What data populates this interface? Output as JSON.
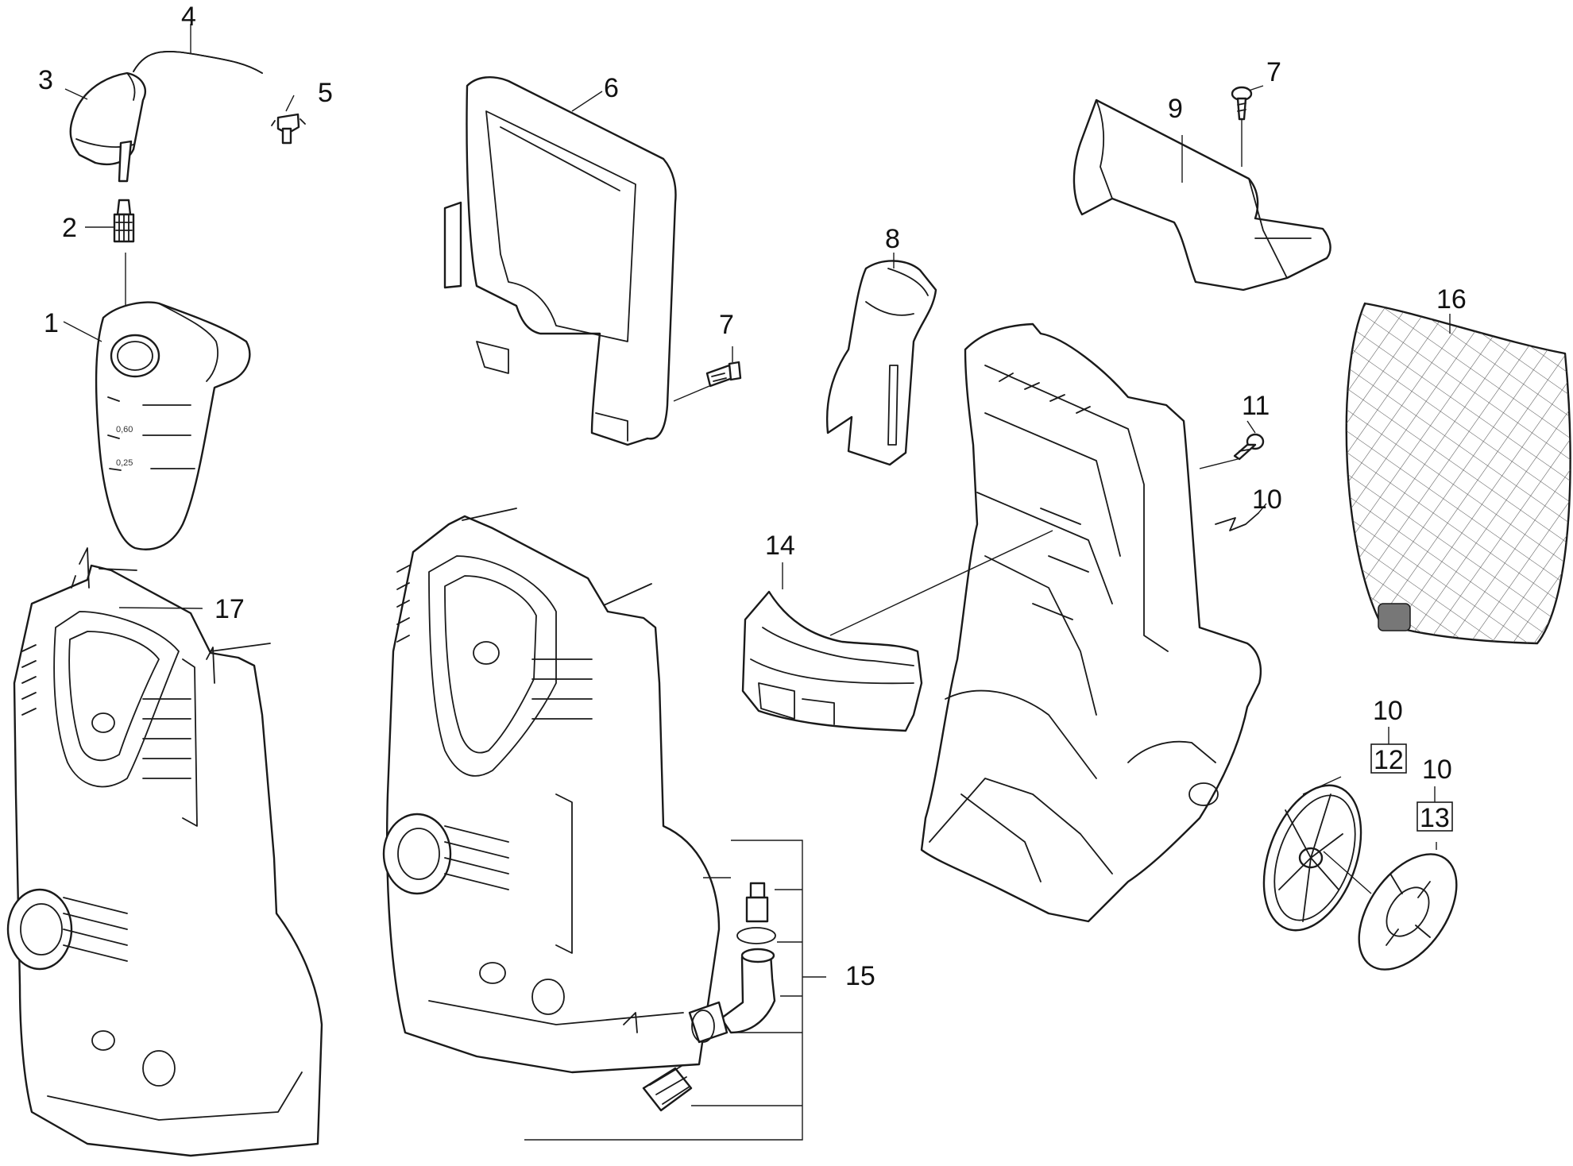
{
  "callouts": {
    "c1": "1",
    "c2": "2",
    "c3": "3",
    "c4": "4",
    "c5": "5",
    "c6": "6",
    "c7a": "7",
    "c7b": "7",
    "c8": "8",
    "c9": "9",
    "c10a": "10",
    "c10b": "10",
    "c10c": "10",
    "c11": "11",
    "c12": "12",
    "c13": "13",
    "c14": "14",
    "c15": "15",
    "c16": "16",
    "c17": "17"
  },
  "tank_marks": {
    "upper": "0,60",
    "lower": "0,25"
  },
  "colors": {
    "line": "#1a1a1a",
    "background": "#ffffff",
    "filter_block": "#777777"
  }
}
